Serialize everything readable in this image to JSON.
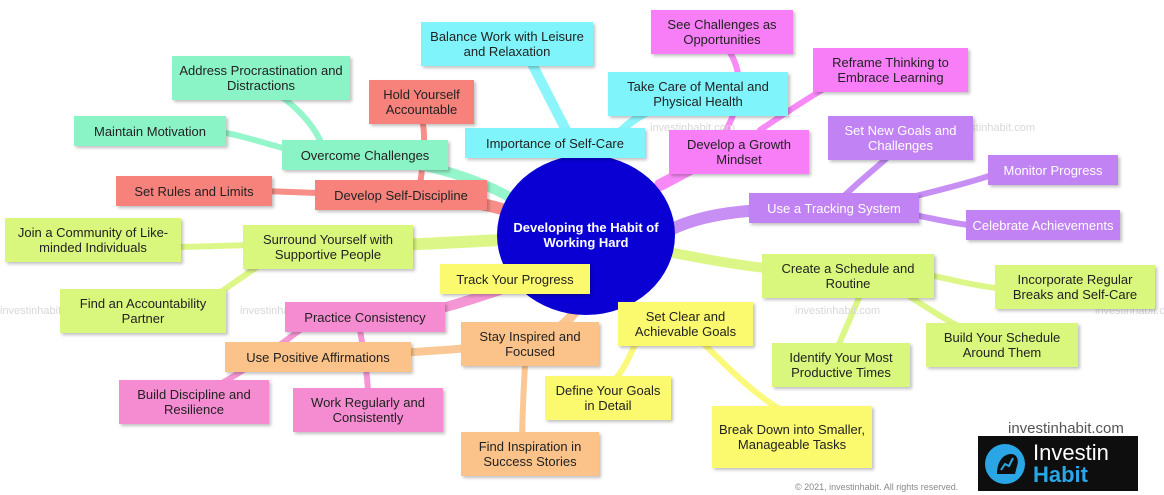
{
  "colors": {
    "center": "#0a00d4",
    "cyan": "#7ff5fb",
    "magenta": "#f77ef7",
    "purple": "#c182f3",
    "lime": "#d9f77c",
    "yellow": "#fbf96d",
    "orange": "#fbc38a",
    "pink": "#f58cd1",
    "salmon": "#f7827c",
    "mint": "#8af4c6"
  },
  "center": {
    "title": "Developing the Habit of Working Hard"
  },
  "topics": {
    "self_care": "Importance of Self-Care",
    "balance": "Balance Work with Leisure and Relaxation",
    "mental_health": "Take Care of Mental and Physical Health",
    "growth": "Develop a Growth Mindset",
    "challenges_opp": "See Challenges as Opportunities",
    "reframe": "Reframe Thinking to Embrace Learning",
    "tracking": "Use a Tracking System",
    "new_goals": "Set New Goals and Challenges",
    "monitor": "Monitor Progress",
    "celebrate": "Celebrate Achievements",
    "schedule": "Create a Schedule and Routine",
    "breaks": "Incorporate Regular Breaks and Self-Care",
    "build_schedule": "Build Your Schedule Around Them",
    "productive_times": "Identify Your Most Productive Times",
    "clear_goals": "Set Clear and Achievable Goals",
    "define_goals": "Define Your Goals in Detail",
    "break_down": "Break Down into Smaller, Manageable Tasks",
    "track": "Track Your Progress",
    "inspired": "Stay Inspired and Focused",
    "inspiration": "Find Inspiration in Success Stories",
    "affirmations": "Use Positive Affirmations",
    "consistency": "Practice Consistency",
    "discipline_resilience": "Build Discipline and Resilience",
    "work_regularly": "Work Regularly and Consistently",
    "support": "Surround Yourself with Supportive People",
    "community": "Join a Community of Like-minded Individuals",
    "accountability": "Find an Accountability Partner",
    "self_discipline": "Develop Self-Discipline",
    "rules": "Set Rules and Limits",
    "accountable": "Hold Yourself Accountable",
    "overcome": "Overcome Challenges",
    "motivation": "Maintain Motivation",
    "procrastination": "Address Procrastination and Distractions"
  },
  "watermark": "investinhabit.com",
  "footer": {
    "site": "investinhabit.com",
    "copyright": "© 2021, investinhabit. All rights reserved.",
    "logo_line1": "Investin",
    "logo_line2": "Habit"
  }
}
